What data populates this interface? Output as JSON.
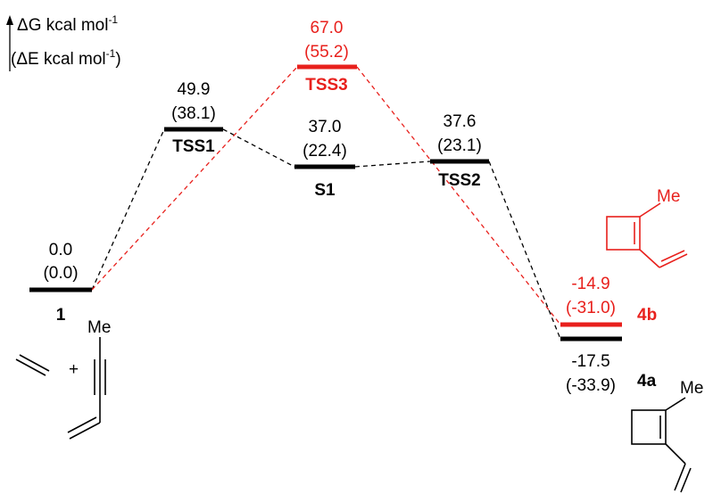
{
  "axis": {
    "line1_prefix": "ΔG kcal mol",
    "line1_sup": "-1",
    "line2_prefix": "(ΔE kcal mol",
    "line2_sup": "-1",
    "line2_suffix": ")"
  },
  "levels": [
    {
      "id": "r",
      "label": "1",
      "dG": "0.0",
      "dE": "(0.0)",
      "color": "#000000"
    },
    {
      "id": "tss1",
      "label": "TSS1",
      "dG": "49.9",
      "dE": "(38.1)",
      "color": "#000000"
    },
    {
      "id": "tss3",
      "label": "TSS3",
      "dG": "67.0",
      "dE": "(55.2)",
      "color": "#e8201c"
    },
    {
      "id": "s1",
      "label": "S1",
      "dG": "37.0",
      "dE": "(22.4)",
      "color": "#000000"
    },
    {
      "id": "tss2",
      "label": "TSS2",
      "dG": "37.6",
      "dE": "(23.1)",
      "color": "#000000"
    },
    {
      "id": "p4b",
      "label": "4b",
      "dG": "-14.9",
      "dE": "(-31.0)",
      "color": "#e8201c"
    },
    {
      "id": "p4a",
      "label": "4a",
      "dG": "-17.5",
      "dE": "(-33.9)",
      "color": "#000000"
    }
  ],
  "structures": {
    "reactant_plus": "+",
    "reactant_me": "Me",
    "p4b_me": "Me",
    "p4a_me": "Me"
  },
  "colors": {
    "black": "#000000",
    "red": "#e8201c"
  }
}
